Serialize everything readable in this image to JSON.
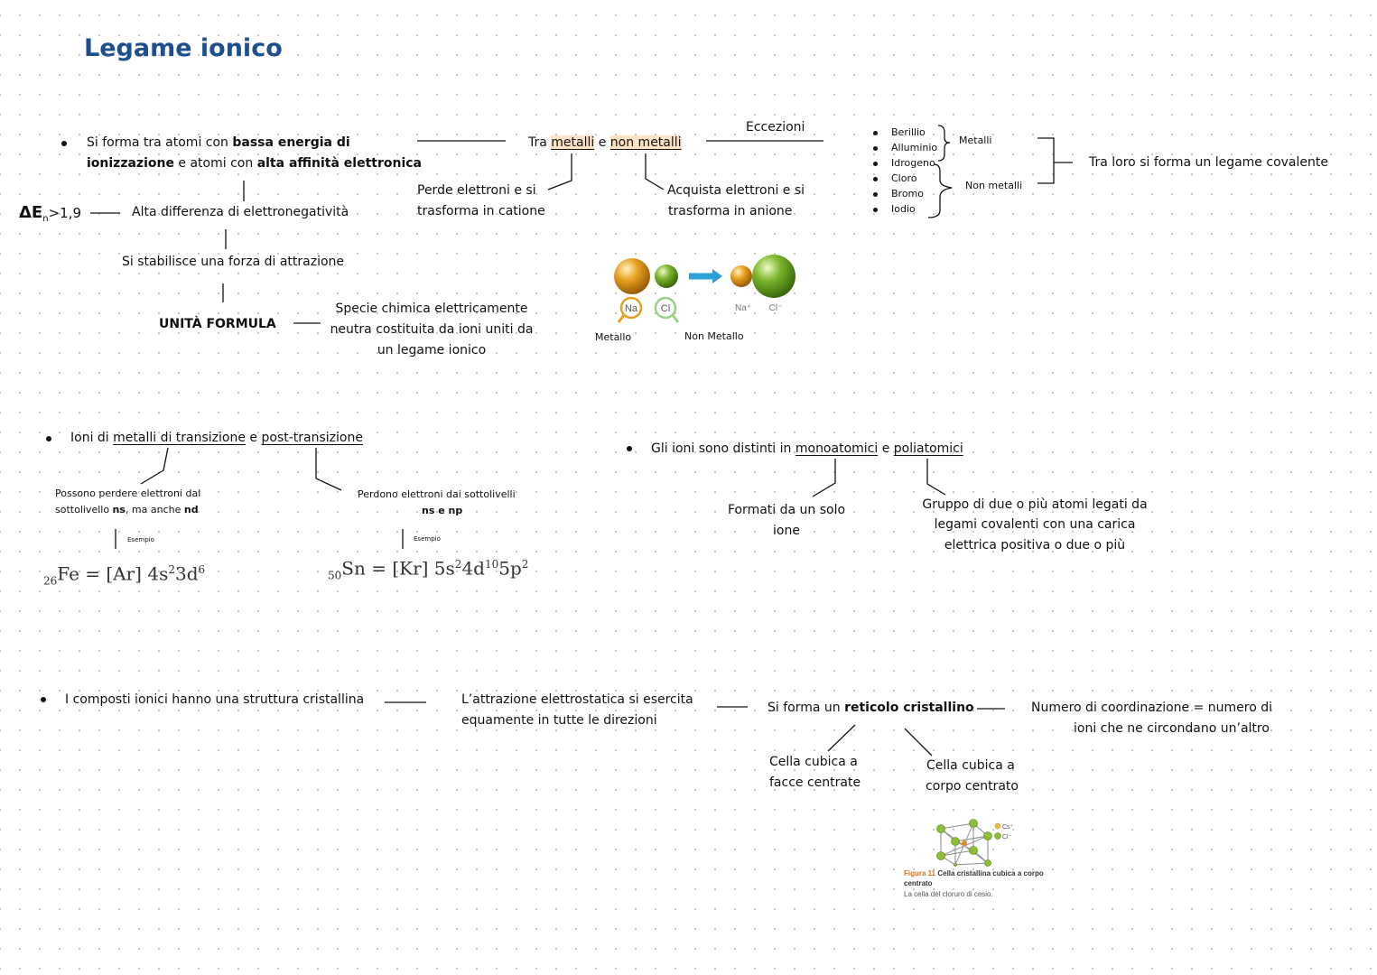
{
  "title": "Legame ionico",
  "s1": {
    "line1_a": "Si forma tra atomi con ",
    "line1_b": "bassa energia di",
    "line2_a": "ionizzazione",
    "line2_b": " e atomi con ",
    "line2_c": "alta affinità elettronica",
    "delta_sym": "ΔE",
    "delta_sub": "n",
    "delta_val": ">1,9",
    "alta_diff": "Alta differenza di elettronegatività",
    "stabilisce": "Si stabilisce una forza di attrazione",
    "unita": "UNITÀ FORMULA",
    "specie_1": "Specie chimica elettricamente",
    "specie_2": "neutra costituita da ioni uniti da",
    "specie_3": "un legame ionico",
    "tra": "Tra ",
    "metalli": "metalli",
    "e": " e ",
    "non_metalli": "non metalli",
    "perde_1": "Perde elettroni e si",
    "perde_2": "trasforma in catione",
    "acquista_1": "Acquista elettroni e si",
    "acquista_2": "trasforma in anione",
    "eccezioni": "Eccezioni",
    "exceptions": [
      "Berillio",
      "Alluminio",
      "Idrogeno",
      "Cloro",
      "Bromo",
      "Iodio"
    ],
    "group_metalli": "Metalli",
    "group_non_metalli": "Non metalli",
    "covalente": "Tra loro si forma un legame covalente"
  },
  "fig_ions": {
    "na": "Na",
    "cl": "Cl",
    "na_plus": "Na⁺",
    "cl_minus": "Cl⁻",
    "metallo": "Metallo",
    "non_metallo": "Non Metallo",
    "gold": "#e8a020",
    "green": "#7ab52a",
    "arrow": "#2a9fd8"
  },
  "s2": {
    "ioni": "Ioni di ",
    "metalli_trans": "metalli di transizione",
    "e": " e ",
    "post": "post-transizione",
    "possono_1": "Possono perdere elettroni dal",
    "possono_2a": "sottolivello ",
    "possono_2b": "ns",
    "possono_2c": ", ma anche ",
    "possono_2d": "nd",
    "perdono_1": "Perdono elettroni dai sottolivelli",
    "perdono_2": "ns e np",
    "esempio": "Esempio",
    "fe_sub": "26",
    "fe_main": "Fe = [Ar] 4s",
    "fe_sup1": "2",
    "fe_mid": "3d",
    "fe_sup2": "6",
    "sn_sub": "50",
    "sn_main": "Sn = [Kr] 5s",
    "sn_sup1": "2",
    "sn_mid1": "4d",
    "sn_sup2": "10",
    "sn_mid2": "5p",
    "sn_sup3": "2"
  },
  "s3": {
    "distinti": "Gli ioni sono distinti in ",
    "mono": "monoatomici",
    "e": " e ",
    "poli": "poliatomici",
    "formati_1": "Formati da un solo",
    "formati_2": "ione",
    "gruppo_1": "Gruppo di due o più atomi legati da",
    "gruppo_2": "legami covalenti con una carica",
    "gruppo_3": "elettrica positiva o due o più"
  },
  "s4": {
    "composti": "I composti ionici hanno una struttura cristallina",
    "attr_1": "L’attrazione elettrostatica si esercita",
    "attr_2": "equamente in tutte le direzioni",
    "forma_a": "Si forma un ",
    "forma_b": "reticolo cristallino",
    "numero_1": "Numero di coordinazione = numero di",
    "numero_2": "ioni che ne circondano un’altro",
    "facce_1": "Cella cubica a",
    "facce_2": "facce centrate",
    "corpo_1": "Cella cubica a",
    "corpo_2": "corpo centrato",
    "cs": "Cs⁺",
    "cl": "Cl⁻",
    "fig_num": "Figura 11",
    "fig_cap_1": " Cella cristallina cubica a corpo",
    "fig_cap_2": "centrato",
    "fig_cap_3": "La cella del cloruro di cesio.",
    "fig_color": "#e0701a"
  }
}
